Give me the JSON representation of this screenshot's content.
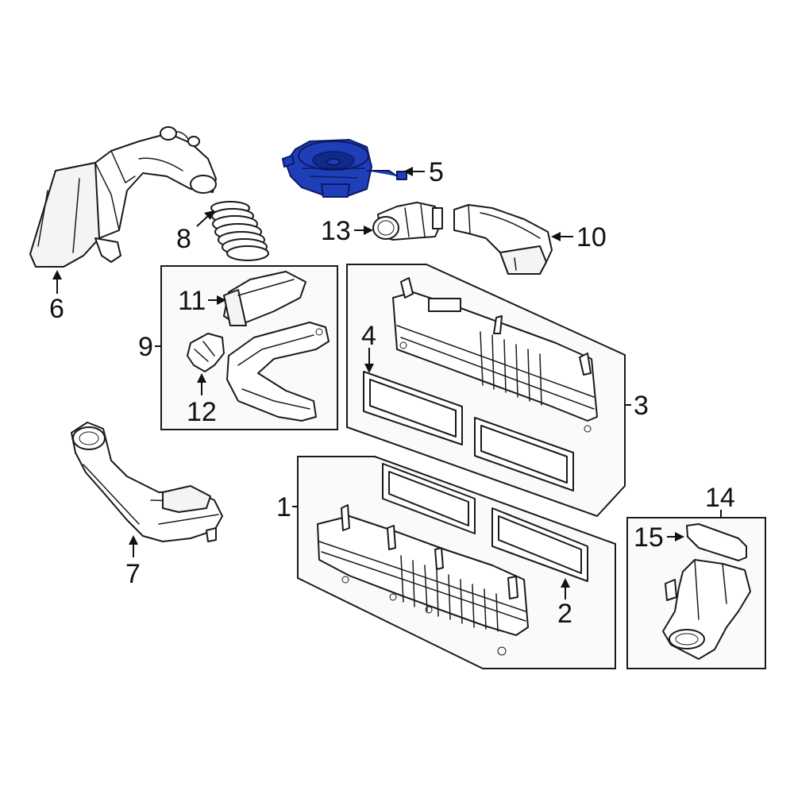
{
  "diagram": {
    "highlight_color": "#1f3fb8",
    "line_color": "#1a1a1a",
    "background": "#ffffff",
    "callouts": {
      "c1": "1",
      "c2": "2",
      "c3": "3",
      "c4": "4",
      "c5": "5",
      "c6": "6",
      "c7": "7",
      "c8": "8",
      "c9": "9",
      "c10": "10",
      "c11": "11",
      "c12": "12",
      "c13": "13",
      "c14": "14",
      "c15": "15"
    }
  }
}
